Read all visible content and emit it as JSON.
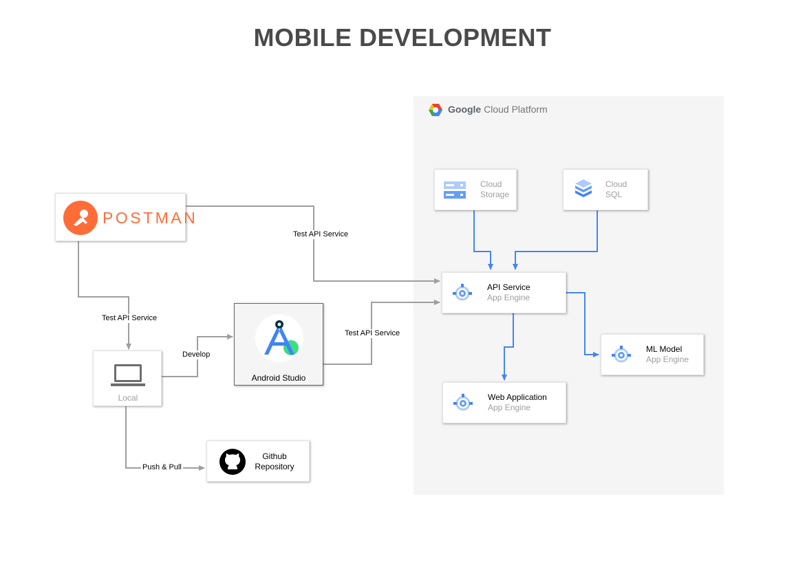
{
  "title": "MOBILE DEVELOPMENT",
  "gcp": {
    "label_bold": "Google",
    "label_rest": "Cloud Platform"
  },
  "nodes": {
    "postman": {
      "label": "POSTMAN"
    },
    "local": {
      "label": "Local"
    },
    "android_studio": {
      "label": "Android Studio"
    },
    "github": {
      "line1": "Github",
      "line2": "Repository"
    },
    "cloud_storage": {
      "line1": "Cloud",
      "line2": "Storage"
    },
    "cloud_sql": {
      "line1": "Cloud",
      "line2": "SQL"
    },
    "api_service": {
      "name": "API Service",
      "sub": "App Engine"
    },
    "ml_model": {
      "name": "ML Model",
      "sub": "App Engine"
    },
    "web_app": {
      "name": "Web Application",
      "sub": "App Engine"
    }
  },
  "edges": {
    "postman_api": "Test API Service",
    "local_postman": "Test API Service",
    "local_android": "Develop",
    "android_api": "Test API Service",
    "local_github": "Push & Pull"
  },
  "colors": {
    "grey_edge": "#9e9e9e",
    "blue_edge": "#4285f4",
    "postman": "#ff6c37",
    "gcp_panel": "#f5f5f5"
  },
  "icons": {
    "postman": "postman-logo-icon",
    "local": "laptop-icon",
    "android_studio": "android-studio-icon",
    "github": "github-icon",
    "cloud_storage": "cloud-storage-icon",
    "cloud_sql": "cloud-sql-icon",
    "app_engine": "app-engine-icon"
  }
}
